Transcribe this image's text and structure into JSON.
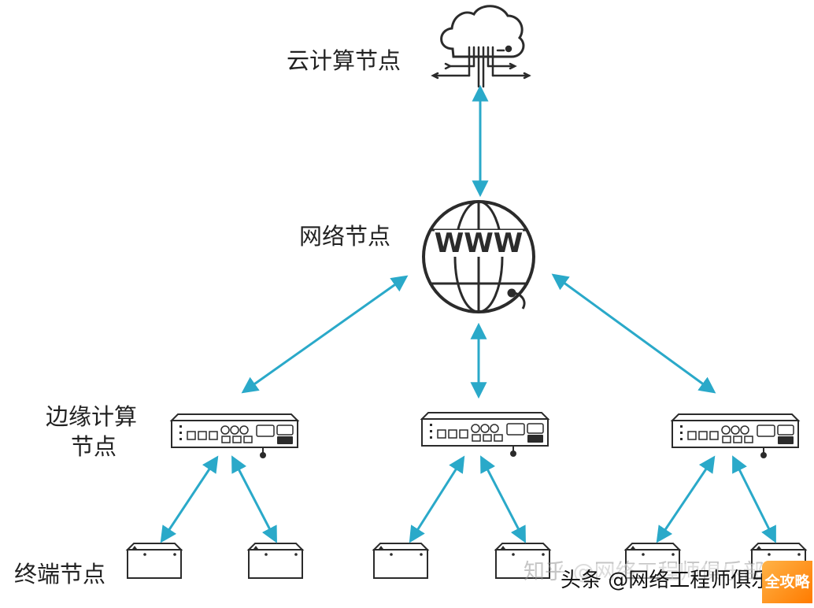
{
  "labels": {
    "cloud": "云计算节点",
    "network": "网络节点",
    "edge_line1": "边缘计算",
    "edge_line2": "节点",
    "terminal": "终端节点"
  },
  "globe_text": "WWW",
  "watermark": "知乎 @网络工程师俱乐部",
  "credit": "头条 @网络工程师俱乐部",
  "badge": "全攻略",
  "colors": {
    "arrow": "#2aa9c9",
    "stroke": "#2b2b2b"
  }
}
